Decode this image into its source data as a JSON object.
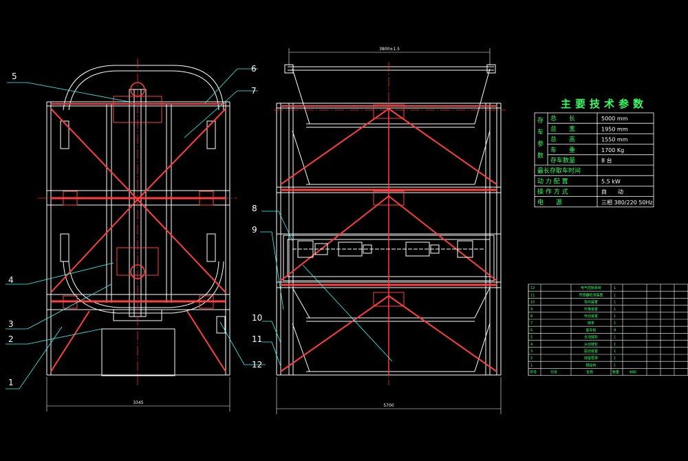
{
  "colors": {
    "background": "#000000",
    "frame": "#ffffff",
    "member": "#ff4040",
    "centerline": "#ff3030",
    "leader": "#33ffff",
    "table_text": "#33ff66",
    "table_line": "#ffffff",
    "motor": "#ffffff",
    "hatch": "#ff4040"
  },
  "dimensions": {
    "left_width": "3345",
    "right_top": "3800±1.5",
    "right_width": "5700"
  },
  "callouts": [
    "1",
    "2",
    "3",
    "4",
    "5",
    "6",
    "7",
    "8",
    "9",
    "10",
    "11",
    "12"
  ],
  "spec_table": {
    "title": "主要技术参数",
    "group_label": "存车参数",
    "rows": [
      {
        "label": "总　　长",
        "value": "5000 mm"
      },
      {
        "label": "总　　宽",
        "value": "1950 mm"
      },
      {
        "label": "总　　高",
        "value": "1550 mm"
      },
      {
        "label": "车　　重",
        "value": "1700 Kg"
      },
      {
        "label": "存车数量",
        "value": "8 台"
      },
      {
        "label": "最长存取车时间",
        "value": ""
      },
      {
        "label": "动 力 配 置",
        "value": "5.5 kW"
      },
      {
        "label": "操 作 方 式",
        "value": "自　　动"
      },
      {
        "label": "电　　源",
        "value": "三相 380/220 50Hz"
      }
    ]
  },
  "bom_table": {
    "rows": [
      {
        "no": "12",
        "name": "电气控制系统",
        "qty": "1"
      },
      {
        "no": "11",
        "name": "传感器检测装置",
        "qty": "1"
      },
      {
        "no": "10",
        "name": "导向装置",
        "qty": "1"
      },
      {
        "no": "9",
        "name": "升降装置",
        "qty": "1"
      },
      {
        "no": "8",
        "name": "传动装置",
        "qty": "1"
      },
      {
        "no": "7",
        "name": "链条",
        "qty": "1"
      },
      {
        "no": "6",
        "name": "载车板",
        "qty": "8"
      },
      {
        "no": "5",
        "name": "主动链轮",
        "qty": "1"
      },
      {
        "no": "4",
        "name": "从动链轮",
        "qty": "1"
      },
      {
        "no": "3",
        "name": "驱动装置",
        "qty": "1"
      },
      {
        "no": "2",
        "name": "底座框架",
        "qty": "1"
      },
      {
        "no": "1",
        "name": "钢结构",
        "qty": "1"
      }
    ],
    "header": {
      "no": "序号",
      "code": "代号",
      "name": "名称",
      "qty": "数量",
      "material": "材料"
    }
  }
}
